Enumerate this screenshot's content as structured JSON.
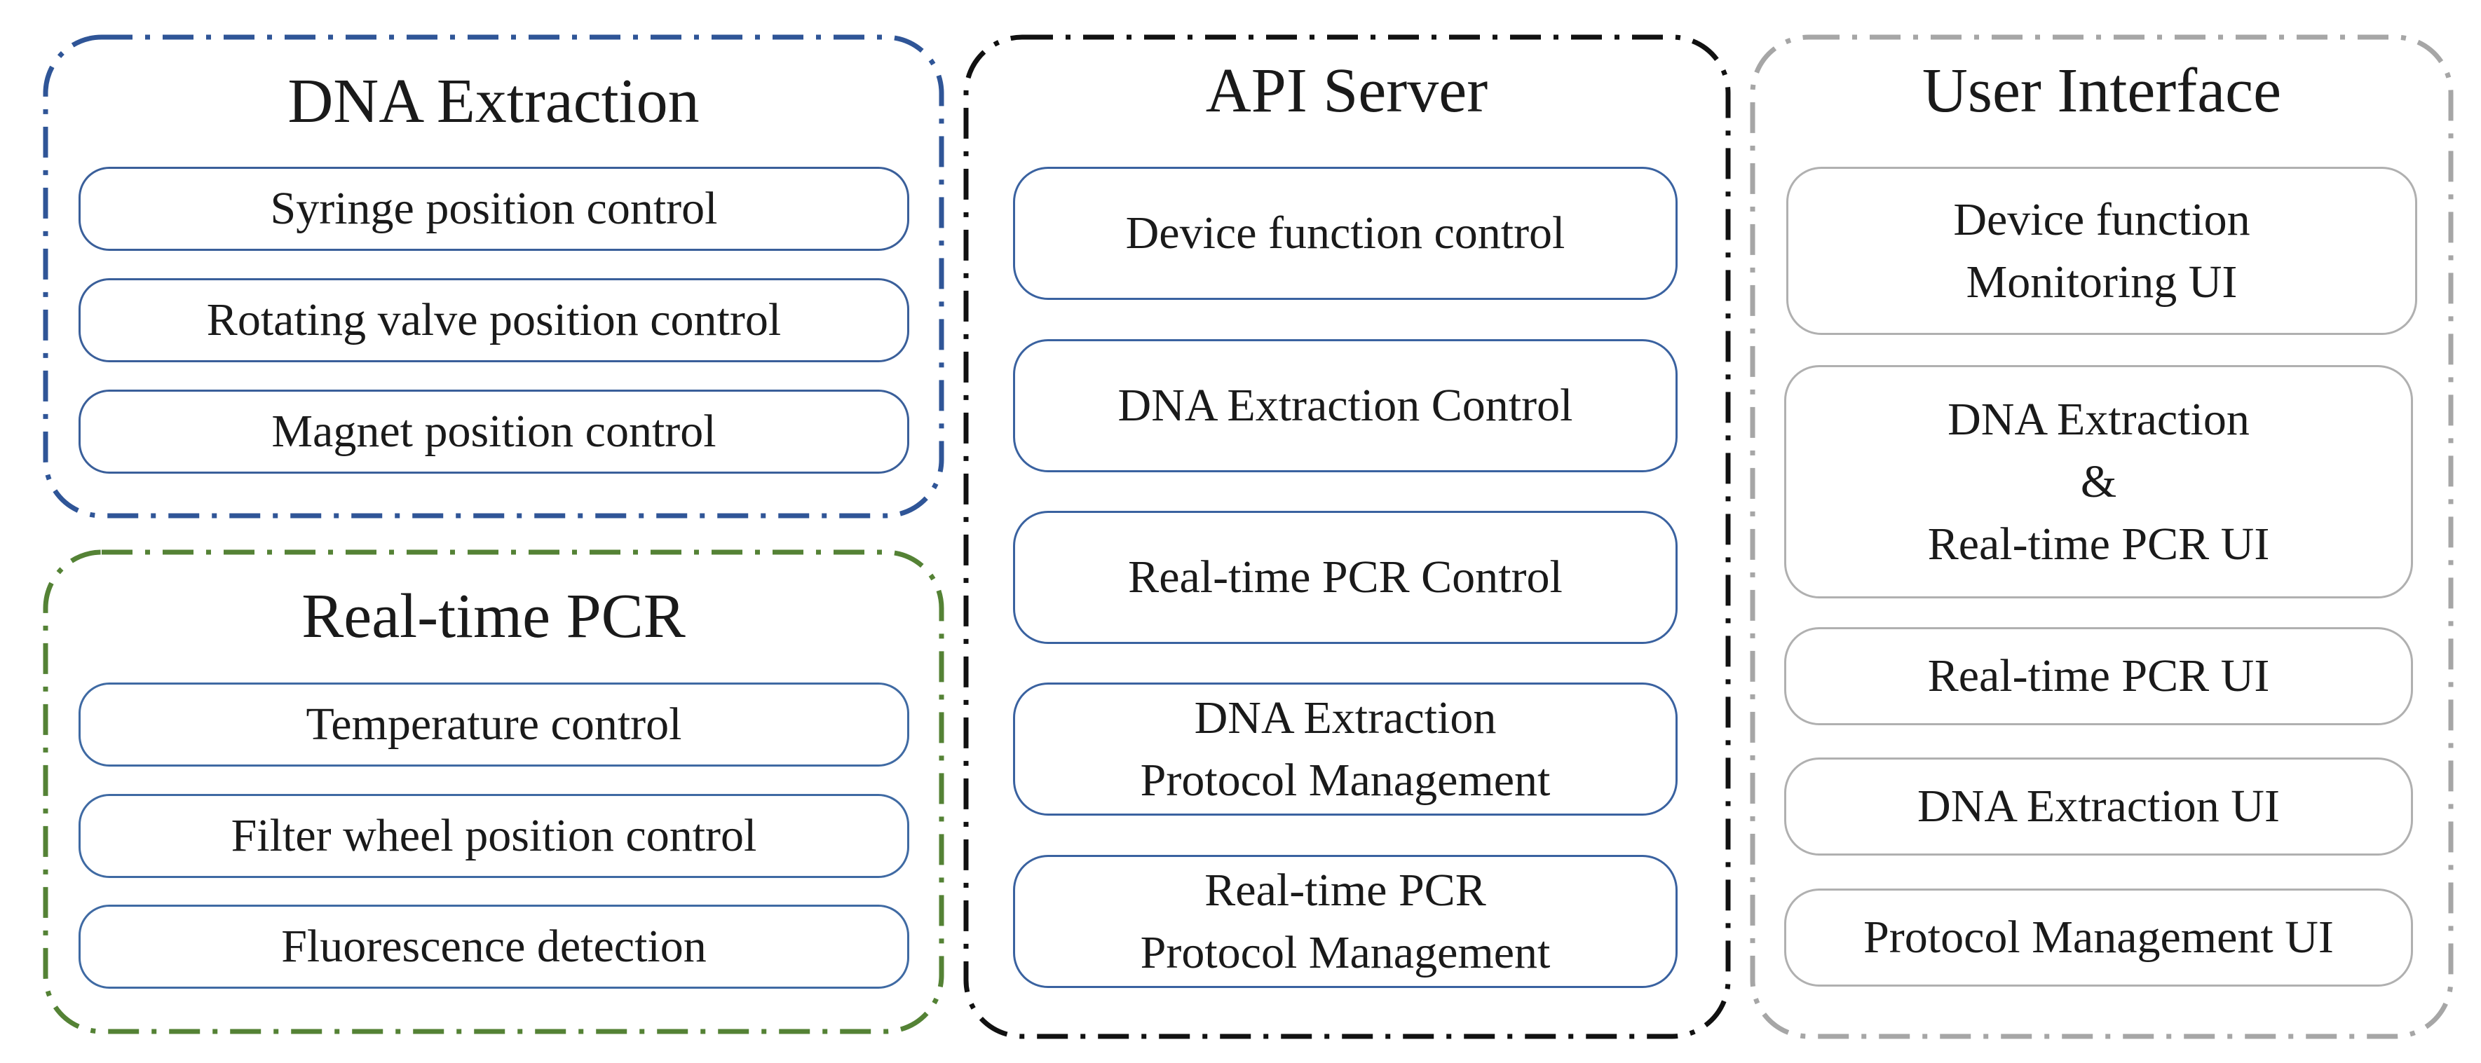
{
  "colors": {
    "dna_frame": "#2f5597",
    "pcr_frame": "#548235",
    "api_frame": "#111111",
    "ui_frame": "#a6a6a6",
    "box_border_blue": "#3a62a0",
    "box_border_gray": "#b0b0b0"
  },
  "dna_extraction": {
    "title": "DNA Extraction",
    "items": [
      "Syringe position control",
      "Rotating valve position control",
      "Magnet position control"
    ]
  },
  "realtime_pcr": {
    "title": "Real-time PCR",
    "items": [
      "Temperature control",
      "Filter wheel position control",
      "Fluorescence detection"
    ]
  },
  "api_server": {
    "title": "API Server",
    "items": [
      "Device function control",
      "DNA Extraction Control",
      "Real-time PCR Control",
      "DNA Extraction\nProtocol Management",
      "Real-time PCR\nProtocol Management"
    ]
  },
  "user_interface": {
    "title": "User Interface",
    "items": [
      "Device function\nMonitoring UI",
      "DNA Extraction\n&\nReal-time PCR UI",
      "Real-time PCR UI",
      "DNA Extraction UI",
      "Protocol Management UI"
    ]
  }
}
